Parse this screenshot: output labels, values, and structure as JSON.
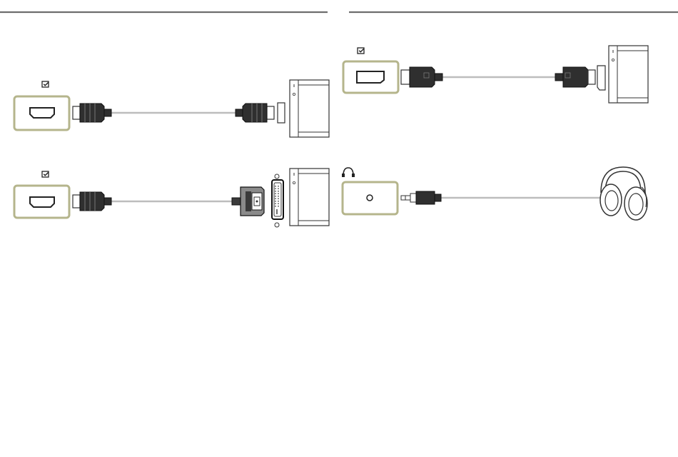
{
  "panels": [
    {
      "side": "left",
      "connections": [
        "hdmi-to-hdmi",
        "hdmi-to-dvi"
      ]
    },
    {
      "side": "right",
      "connections": [
        "displayport-to-displayport",
        "headphone-audio"
      ]
    }
  ],
  "icons": {
    "input": "input-source-icon",
    "headphone": "headphone-icon"
  },
  "colors": {
    "port_frame": "#b5b58c",
    "cable": "#bdbdbd",
    "connector": "#3a3a3a",
    "divider": "#6e6e6e"
  }
}
